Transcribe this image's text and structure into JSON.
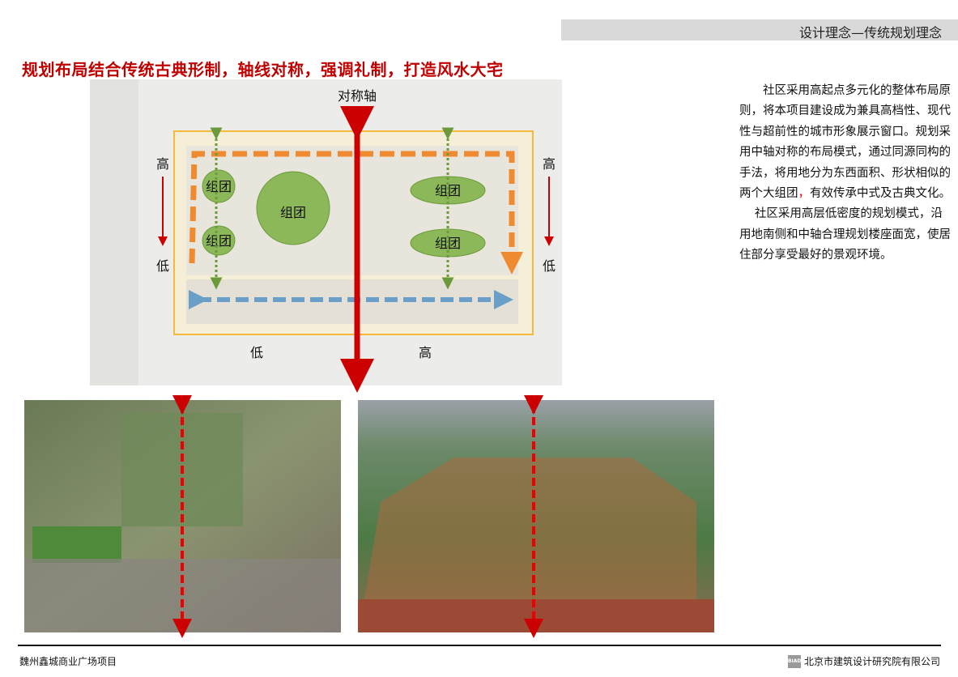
{
  "header": {
    "section_title": "设计理念—传统规划理念"
  },
  "slide_title": "规划布局结合传统古典形制，轴线对称，强调礼制，打造风水大宅",
  "diagram": {
    "axis_label": "对称轴",
    "left_high": "高",
    "left_low": "低",
    "right_high": "高",
    "right_low": "低",
    "bottom_low": "低",
    "bottom_high": "高",
    "cluster_labels": [
      "组团",
      "组团",
      "组团",
      "组团",
      "组团"
    ]
  },
  "description": {
    "p1_a": "社区采用高起点多元化的整体布局原则，将本项目建设成为兼具高档性、现代性与超前性的城市形象展示窗口。规划采用中轴对称的布局模式，通过同源同构的手法，将用地分为东西面积、形状相似的两个大组团",
    "p1_comma": "，",
    "p1_b": "有效传承中式及古典文化。",
    "p2": "社区采用高层低密度的规划模式，沿用地南侧和中轴合理规划楼座面宽，使居住部分享受最好的景观环境。"
  },
  "footer": {
    "project": "魏州鑫城商业广场项目",
    "logo_text": "BIAD",
    "company": "北京市建筑设计研究院有限公司"
  },
  "colors": {
    "accent_red": "#c00000",
    "orange": "#f08a30",
    "green": "#6a9a3a",
    "blue": "#6aa0c8"
  }
}
